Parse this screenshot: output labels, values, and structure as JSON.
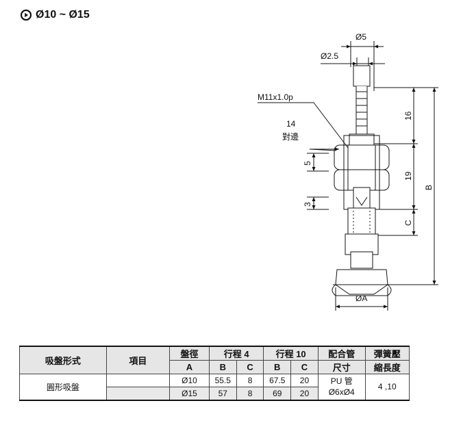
{
  "title": {
    "text": "Ø10 ~ Ø15",
    "icon": "play-circle-icon"
  },
  "drawing": {
    "dims": {
      "d5": "Ø5",
      "d25": "Ø2.5",
      "thread": "M11x1.0p",
      "flats_size": "14",
      "flats_label": "對邊",
      "h5": "5",
      "h3": "3",
      "v16": "16",
      "v19": "19",
      "vC": "C",
      "vB": "B",
      "dA": "ØA"
    }
  },
  "table": {
    "headers": {
      "type": "吸盤形式",
      "item": "項目",
      "diameter": "盤徑",
      "stroke4": "行程 4",
      "stroke10": "行程 10",
      "fitting": "配合管",
      "fitting2": "尺寸",
      "spring": "彈簧壓",
      "spring2": "縮長度"
    },
    "subheaders": {
      "a": "A",
      "b1": "B",
      "c1": "C",
      "b2": "B",
      "c2": "C"
    },
    "type_value": "圓形吸盤",
    "fitting_value": {
      "line1": "PU 管",
      "line2": "Ø6xØ4"
    },
    "spring_value": "4 ,10",
    "rows": [
      {
        "a": "Ø10",
        "b4": "55.5",
        "c4": "8",
        "b10": "67.5",
        "c10": "20"
      },
      {
        "a": "Ø15",
        "b4": "57",
        "c4": "8",
        "b10": "69",
        "c10": "20"
      }
    ]
  }
}
